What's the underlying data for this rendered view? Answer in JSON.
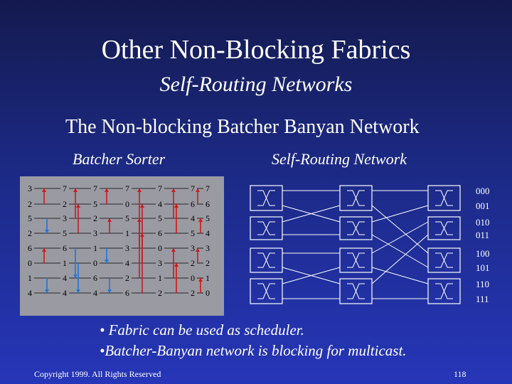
{
  "slide": {
    "title": "Other Non-Blocking Fabrics",
    "subtitle": "Self-Routing Networks",
    "heading": "The Non-blocking Batcher Banyan Network",
    "sorter_label": "Batcher Sorter",
    "routing_label": "Self-Routing Network",
    "bullets": [
      "• Fabric can be used as scheduler.",
      "•Batcher-Banyan network is blocking for multicast."
    ],
    "footer": "Copyright 1999. All Rights Reserved",
    "page_number": "118"
  },
  "sorter": {
    "columns": [
      [
        "3",
        "2",
        "5",
        "2",
        "6",
        "0",
        "1",
        "4"
      ],
      [
        "7",
        "2",
        "3",
        "5",
        "6",
        "1",
        "4",
        "4"
      ],
      [
        "7",
        "5",
        "2",
        "3",
        "1",
        "0",
        "6",
        "4"
      ],
      [
        "7",
        "0",
        "5",
        "1",
        "3",
        "4",
        "2",
        "6"
      ],
      [
        "7",
        "4",
        "5",
        "6",
        "0",
        "3",
        "1",
        "2"
      ],
      [
        "7",
        "6",
        "4",
        "5",
        "3",
        "2",
        "0",
        "2"
      ],
      [
        "7",
        "6",
        "5",
        "4",
        "3",
        "2",
        "1",
        "0"
      ]
    ]
  },
  "output_ports": [
    "000",
    "001",
    "010",
    "011",
    "100",
    "101",
    "110",
    "111"
  ],
  "colors": {
    "sorter_bg": "#9a9aa2",
    "arrow_red": "#d01818",
    "arrow_blue": "#1878e0",
    "lines": "#ffffff"
  }
}
